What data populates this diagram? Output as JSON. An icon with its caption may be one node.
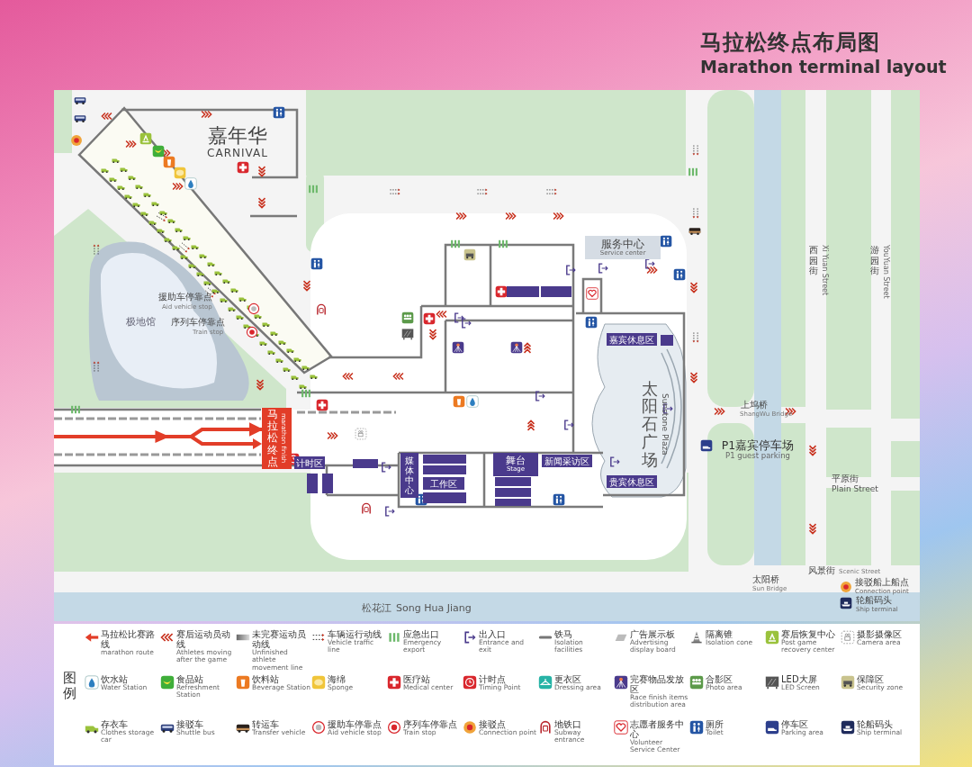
{
  "diagram": {
    "title": "马拉松终点布局图",
    "nodes": [
      {
        "text": [
          "嘉年华",
          "CARNIVAL"
        ]
      },
      {
        "text": [
          "服务中心",
          "Service center"
        ]
      },
      {
        "text": [
          "太阳石广场",
          "Sunstone Plaza"
        ]
      },
      {
        "text": [
          "马拉松终点",
          "marathon finish"
        ]
      },
      {
        "text": [
          "舞台",
          "Stage"
        ]
      },
      {
        "text": [
          "P1嘉宾停车场",
          "P1 guest parking"
        ]
      },
      {
        "text": [
          "计时区"
        ]
      },
      {
        "text": [
          "新闻采访区"
        ]
      },
      {
        "text": [
          "嘉宾休息区"
        ]
      },
      {
        "text": [
          "贵宾休息区"
        ]
      },
      {
        "text": [
          "媒体中心"
        ]
      },
      {
        "text": [
          "工作区"
        ]
      },
      {
        "text": [],
        "shape": "box"
      },
      {
        "text": [],
        "shape": "box"
      },
      {
        "text": [],
        "shape": "box"
      },
      {
        "text": [],
        "shape": "box"
      },
      {
        "text": [],
        "shape": "box"
      },
      {
        "text": [],
        "shape": "box"
      },
      {
        "text": [],
        "shape": "box"
      },
      {
        "text": [],
        "shape": "box"
      },
      {
        "text": [],
        "shape": "box"
      },
      {
        "text": [],
        "shape": "box"
      },
      {
        "text": [],
        "shape": "box"
      },
      {
        "text": [],
        "shape": "box"
      }
    ],
    "edges": [
      {
        "from": null,
        "to": 3,
        "arrow": "to",
        "color": "#e23d28"
      }
    ],
    "labels": [
      "Marathon terminal layout",
      "极地馆",
      "援助车停靠点",
      "Aid vehicle stop",
      "序列车停靠点",
      "Train stop",
      "西园街",
      "Xi Yuan Street",
      "游园街",
      "YouYuan Street",
      "上坞桥",
      "ShangWu Bridge",
      "平原街",
      "Plain Street",
      "太阳桥",
      "Sun Bridge",
      "风景街",
      "Scenic Street",
      "接驳船上船点",
      "Connection point",
      "轮船码头",
      "Ship terminal",
      "松花江",
      "Song Hua Jiang",
      "图例"
    ],
    "legend": [
      {
        "text": "马拉松比赛路线 marathon route"
      },
      {
        "text": "赛后运动员动线 Athletes moving after the game"
      },
      {
        "text": "未完赛运动员动线 Unfinished athlete movement line"
      },
      {
        "text": "车辆运行动线 Vehicle traffic line"
      },
      {
        "text": "应急出口 Emergency export"
      },
      {
        "text": "出入口 Entrance and exit"
      },
      {
        "text": "铁马 Isolation facilities"
      },
      {
        "text": "广告展示板 Advertising display board"
      },
      {
        "text": "隔离锥 Isolation cone"
      },
      {
        "text": "赛后恢复中心 Post game recovery center"
      },
      {
        "text": "摄影摄像区 Camera area"
      },
      {
        "text": "饮水站 Water Station"
      },
      {
        "text": "食品站 Refreshment Station"
      },
      {
        "text": "饮料站 Beverage Station"
      },
      {
        "text": "海绵 Sponge"
      },
      {
        "text": "医疗站 Medical center"
      },
      {
        "text": "计时点 Timing Point"
      },
      {
        "text": "更衣区 Dressing area"
      },
      {
        "text": "完赛物品发放区 Race finish items distribution area"
      },
      {
        "text": "合影区 Photo area"
      },
      {
        "text": "LED大屏 LED Screen"
      },
      {
        "text": "保障区 Security zone"
      },
      {
        "text": "存衣车 Clothes storage car"
      },
      {
        "text": "接驳车 Shuttle bus"
      },
      {
        "text": "转运车 Transfer vehicle"
      },
      {
        "text": "援助车停靠点 Aid vehicle stop"
      },
      {
        "text": "序列车停靠点 Train stop"
      },
      {
        "text": "接驳点 Connection point"
      },
      {
        "text": "地铁口 Subway entrance"
      },
      {
        "text": "志愿者服务中心 Volunteer Service Center"
      },
      {
        "text": "厕所 Toilet"
      },
      {
        "text": "停车区 Parking area"
      },
      {
        "text": "轮船码头 Ship terminal"
      }
    ]
  }
}
